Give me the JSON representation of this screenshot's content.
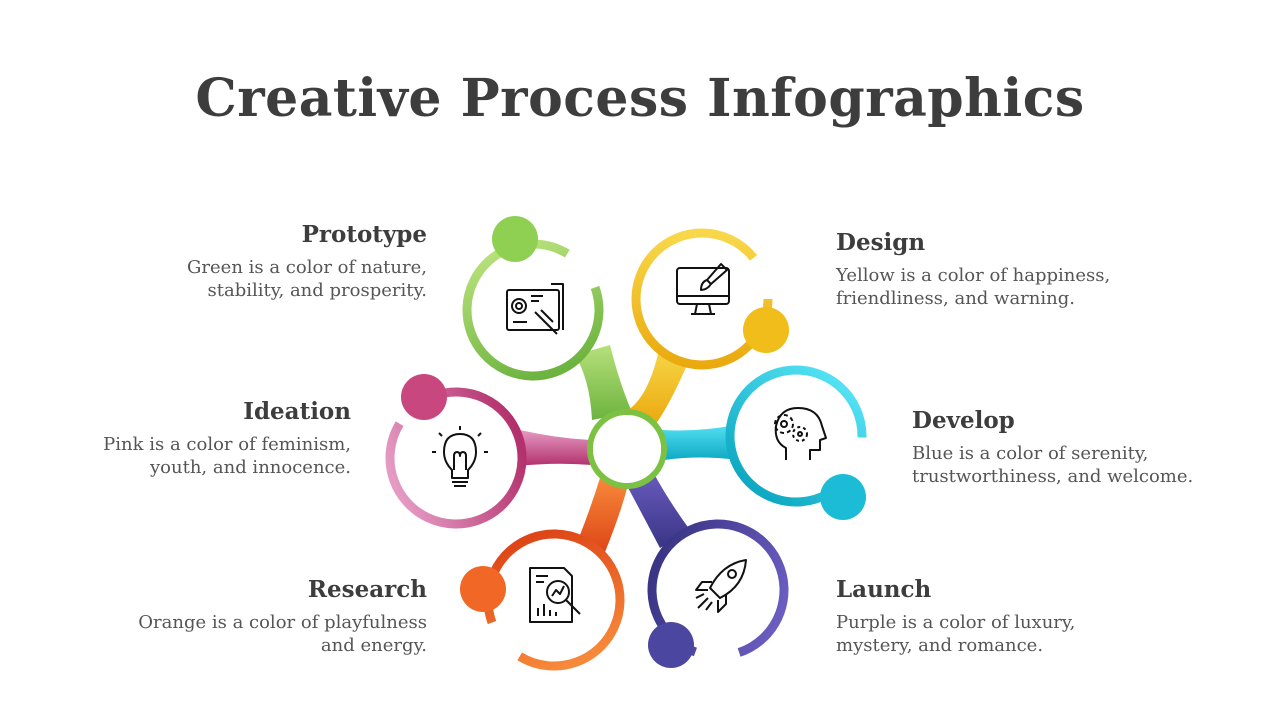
{
  "title": "Creative Process Infographics",
  "steps": [
    {
      "key": "prototype",
      "heading": "Prototype",
      "line1": "Green is a color of nature,",
      "line2": "stability, and prosperity.",
      "color": "#7cc242",
      "icon": "blueprint-icon"
    },
    {
      "key": "design",
      "heading": "Design",
      "line1": "Yellow is a color of happiness,",
      "line2": "friendliness, and warning.",
      "color": "#f2c01c",
      "icon": "monitor-brush-icon"
    },
    {
      "key": "develop",
      "heading": "Develop",
      "line1": "Blue is a color of serenity,",
      "line2": "trustworthiness, and welcome.",
      "color": "#1fc2dc",
      "icon": "head-gears-icon"
    },
    {
      "key": "launch",
      "heading": "Launch",
      "line1": "Purple is a color of luxury,",
      "line2": "mystery, and romance.",
      "color": "#4b46a0",
      "icon": "rocket-icon"
    },
    {
      "key": "research",
      "heading": "Research",
      "line1": "Orange is a color of playfulness",
      "line2": "and energy.",
      "color": "#f05a22",
      "icon": "report-magnifier-icon"
    },
    {
      "key": "ideation",
      "heading": "Ideation",
      "line1": "Pink is a color of feminism,",
      "line2": "youth, and innocence.",
      "color": "#c8477f",
      "icon": "lightbulb-icon"
    }
  ]
}
